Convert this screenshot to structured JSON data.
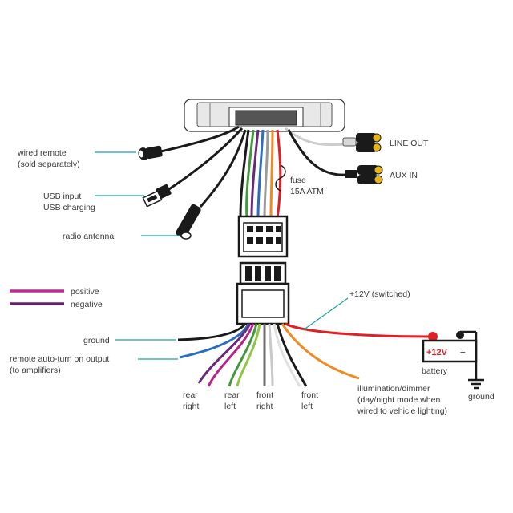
{
  "labels": {
    "wired_remote": [
      "wired remote",
      "(sold separately)"
    ],
    "usb": [
      "USB input",
      "USB charging"
    ],
    "radio_antenna": "radio antenna",
    "line_out": "LINE OUT",
    "aux_in": "AUX IN",
    "fuse": [
      "fuse",
      "15A ATM"
    ],
    "switched_12v": "+12V (switched)",
    "battery": "battery",
    "battery_plus": "+12V",
    "battery_minus": "–",
    "ground_right": "ground",
    "ground_left": "ground",
    "remote_turn_on": [
      "remote auto-turn on output",
      "(to amplifiers)"
    ],
    "rear_right": [
      "rear",
      "right"
    ],
    "rear_left": [
      "rear",
      "left"
    ],
    "front_right": [
      "front",
      "right"
    ],
    "front_left": [
      "front",
      "left"
    ],
    "illumination": [
      "illumination/dimmer",
      "(day/night mode when",
      "wired to vehicle lighting)"
    ]
  },
  "legend": [
    {
      "label": "positive",
      "color": "#c2288f"
    },
    {
      "label": "negative",
      "color": "#6a1f6e"
    }
  ],
  "colors": {
    "leader": "#19a5a5",
    "power": "#e02027",
    "orange": "#f08a24",
    "green": "#3f9a3a",
    "violet": "#6a2a7a",
    "blue": "#2a6fbf",
    "gray": "#9a9a9a",
    "black": "#1a1a1a"
  }
}
